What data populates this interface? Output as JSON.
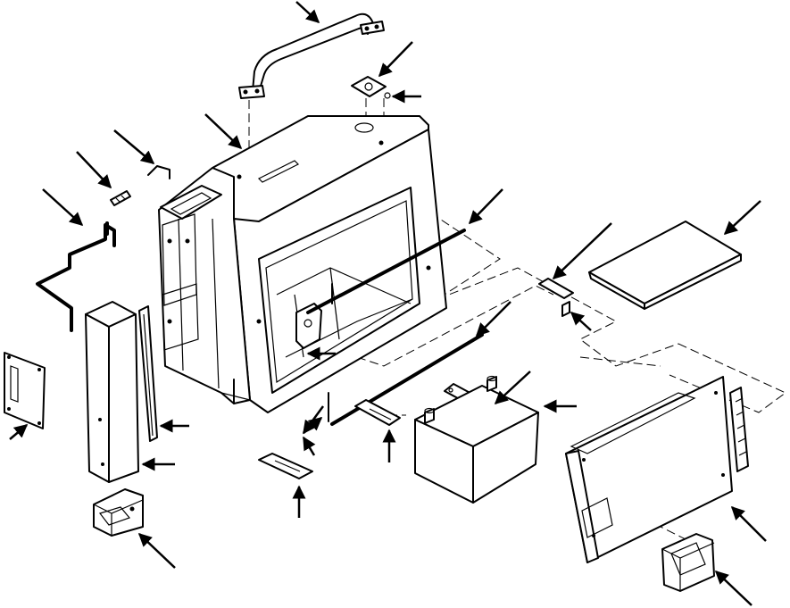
{
  "figure": {
    "colors": {
      "ink": "#000000",
      "paper": "#ffffff"
    },
    "parts": [
      "grab-handle",
      "cover-plate",
      "washer",
      "housing",
      "retaining-clip",
      "spring-pin",
      "linkage-bar",
      "side-plate",
      "tall-cover",
      "slide-strip",
      "lower-bracket",
      "mount-plate",
      "tie-rod",
      "bracket-strap",
      "hold-down-bar",
      "battery",
      "pad",
      "small-clip",
      "door-panel",
      "door-hinge",
      "door-latch",
      "rod-pin"
    ]
  }
}
